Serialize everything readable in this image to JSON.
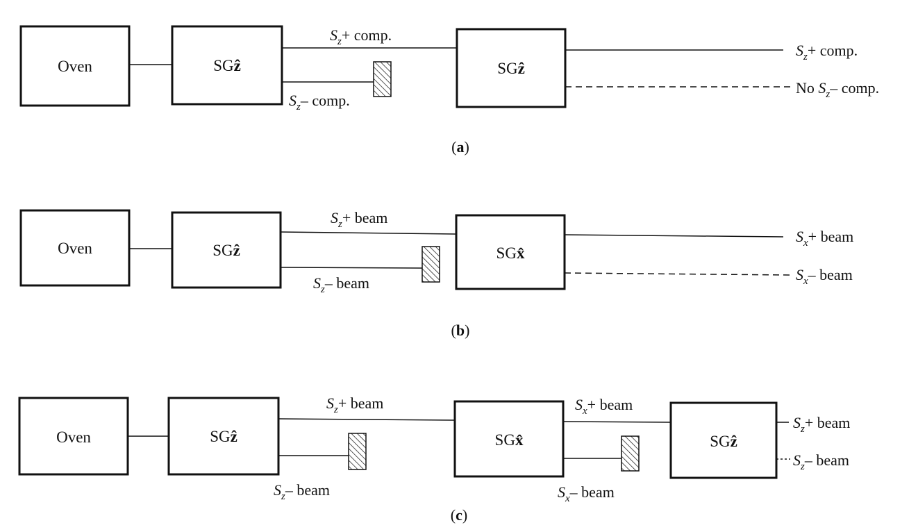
{
  "panels": {
    "a": {
      "label_open": "(",
      "label_letter": "a",
      "label_close": ")",
      "oven": "Oven",
      "sg1": {
        "prefix": "SG",
        "axis": "ẑ"
      },
      "sg2": {
        "prefix": "SG",
        "axis": "ẑ"
      },
      "upper_beam": {
        "sym": "S",
        "sub": "z",
        "text": "+ comp."
      },
      "lower_beam": {
        "sym": "S",
        "sub": "z",
        "text": "– comp."
      },
      "out_upper": {
        "sym": "S",
        "sub": "z",
        "text": "+ comp."
      },
      "out_lower": {
        "pre": "No ",
        "sym": "S",
        "sub": "z",
        "text": "– comp."
      }
    },
    "b": {
      "label_open": "(",
      "label_letter": "b",
      "label_close": ")",
      "oven": "Oven",
      "sg1": {
        "prefix": "SG",
        "axis": "ẑ"
      },
      "sg2": {
        "prefix": "SG",
        "axis": "x̂"
      },
      "upper_beam": {
        "sym": "S",
        "sub": "z",
        "text": "+ beam"
      },
      "lower_beam": {
        "sym": "S",
        "sub": "z",
        "text": "– beam"
      },
      "out_upper": {
        "sym": "S",
        "sub": "x",
        "text": "+ beam"
      },
      "out_lower": {
        "sym": "S",
        "sub": "x",
        "text": "– beam"
      }
    },
    "c": {
      "label_open": "(",
      "label_letter": "c",
      "label_close": ")",
      "oven": "Oven",
      "sg1": {
        "prefix": "SG",
        "axis": "ẑ"
      },
      "sg2": {
        "prefix": "SG",
        "axis": "x̂"
      },
      "sg3": {
        "prefix": "SG",
        "axis": "ẑ"
      },
      "upper_beam_1": {
        "sym": "S",
        "sub": "z",
        "text": "+ beam"
      },
      "lower_beam_1": {
        "sym": "S",
        "sub": "z",
        "text": "– beam"
      },
      "upper_beam_2": {
        "sym": "S",
        "sub": "x",
        "text": "+ beam"
      },
      "lower_beam_2": {
        "sym": "S",
        "sub": "x",
        "text": "– beam"
      },
      "out_upper": {
        "sym": "S",
        "sub": "z",
        "text": "+ beam"
      },
      "out_lower": {
        "sym": "S",
        "sub": "z",
        "text": "– beam"
      }
    }
  }
}
